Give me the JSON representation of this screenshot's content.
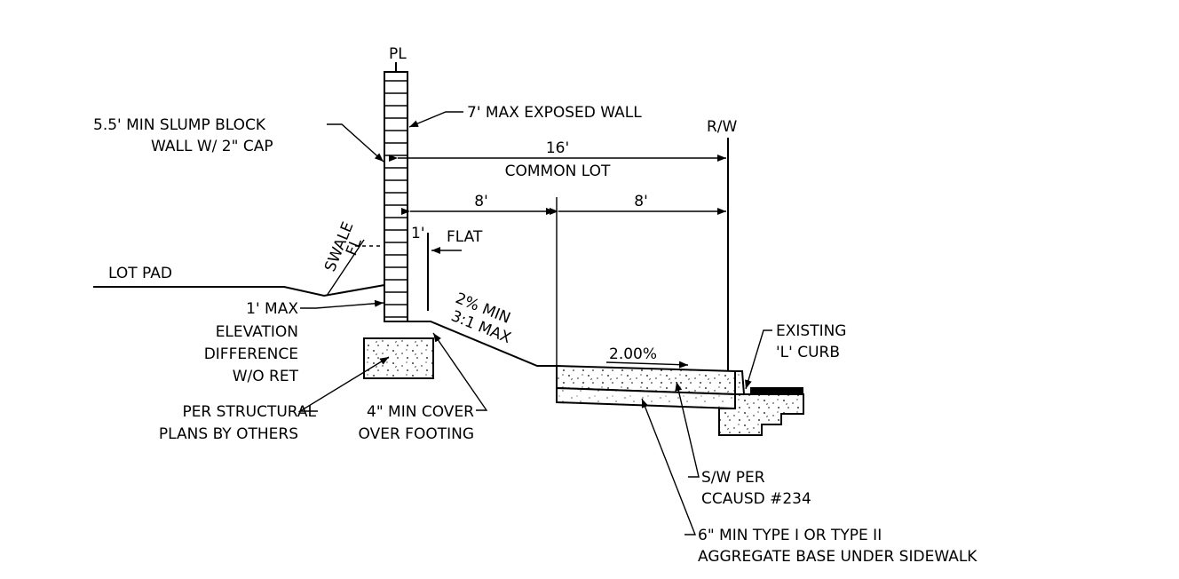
{
  "labels": {
    "pl": "PL",
    "rw": "R/W",
    "wall_a": "5.5' MIN SLUMP BLOCK",
    "wall_b": "WALL W/ 2\" CAP",
    "exposed_wall": "7' MAX EXPOSED WALL",
    "dim_16": "16'",
    "common_lot": "COMMON LOT",
    "dim_8_left": "8'",
    "dim_8_right": "8'",
    "dim_1": "1'",
    "flat": "FLAT",
    "swale": "SWALE",
    "fl": "FL",
    "lot_pad": "LOT PAD",
    "elev_a": "1' MAX",
    "elev_b": "ELEVATION",
    "elev_c": "DIFFERENCE",
    "elev_d": "W/O RET",
    "slope_a": "2% MIN",
    "slope_b": "3:1 MAX",
    "walk_slope": "2.00%",
    "curb_a": "EXISTING",
    "curb_b": "'L' CURB",
    "struct_a": "PER STRUCTURAL",
    "struct_b": "PLANS BY OTHERS",
    "cover_a": "4\" MIN COVER",
    "cover_b": "OVER FOOTING",
    "sw_a": "S/W PER",
    "sw_b": "CCAUSD #234",
    "base_a": "6\" MIN TYPE I OR TYPE II",
    "base_b": "AGGREGATE BASE UNDER SIDEWALK"
  }
}
